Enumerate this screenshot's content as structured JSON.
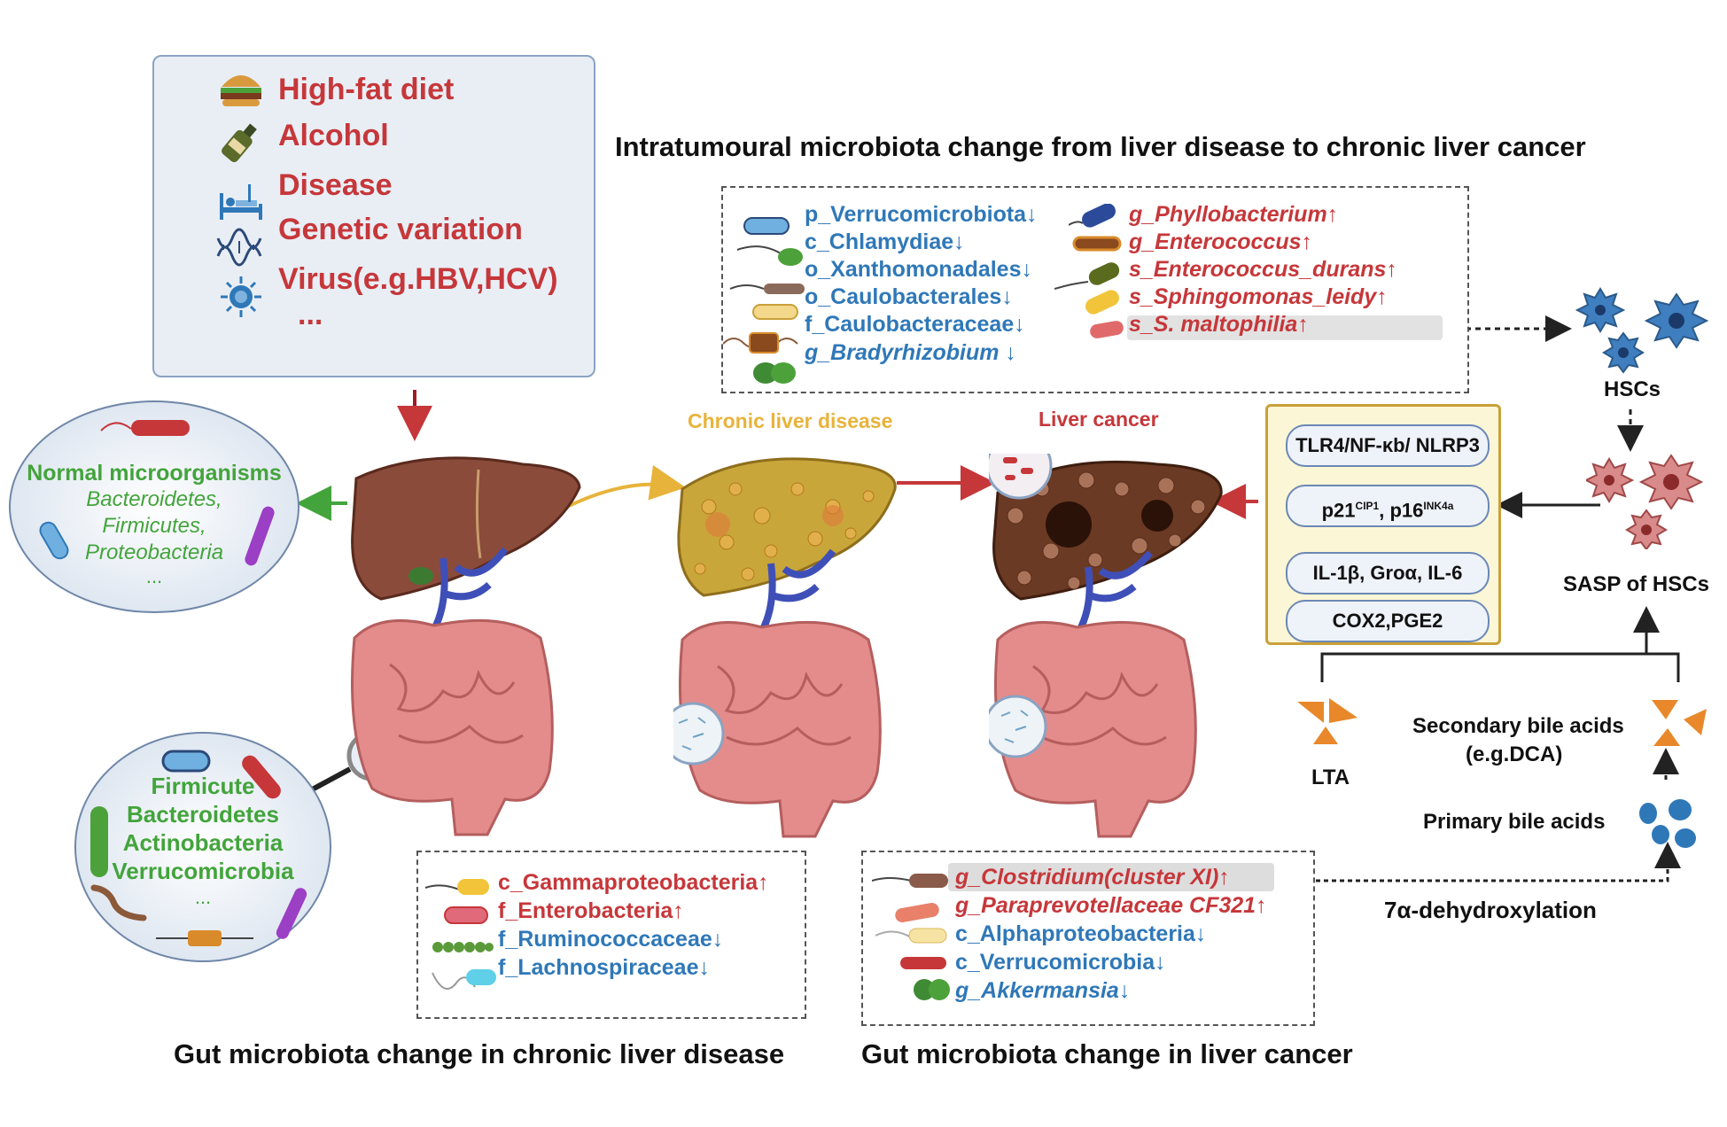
{
  "risk_factors": [
    "High-fat diet",
    "Alcohol",
    "Disease",
    "Genetic variation",
    "Virus(e.g.HBV,HCV)"
  ],
  "risk_more": "...",
  "normal_microbes": {
    "title": "Normal microorganisms",
    "items": [
      "Bacteroidetes,",
      "Firmicutes,",
      "Proteobacteria"
    ],
    "more": "..."
  },
  "gut_microbes": {
    "items": [
      "Firmicute",
      "Bacteroidetes",
      "Actinobacteria",
      "Verrucomicrobia"
    ],
    "more": "..."
  },
  "intratumoural": {
    "title": "Intratumoural microbiota change  from liver disease to chronic liver cancer",
    "left": [
      "p_Verrucomicrobiota↓",
      "c_Chlamydiae↓",
      "o_Xanthomonadales↓",
      "o_Caulobacterales↓",
      "f_Caulobacteraceae↓",
      "g_Bradyrhizobium ↓"
    ],
    "right": [
      "g_Phyllobacterium↑",
      "g_Enterococcus↑",
      "s_Enterococcus_durans↑",
      "s_Sphingomonas_leidy↑",
      "s_S. maltophilia↑"
    ]
  },
  "stages": {
    "chronic": "Chronic liver disease",
    "cancer": "Liver cancer"
  },
  "hsc": {
    "label": "HSCs",
    "sasp": "SASP of HSCs"
  },
  "pathway": {
    "p1": "TLR4/NF-κb/ NLRP3",
    "p2_main_a": "p21",
    "p2_sup_a": "CIP1",
    "p2_main_b": ", p16",
    "p2_sup_b": "INK4a",
    "p3": "IL-1β, Groα, IL-6",
    "p4": "COX2,PGE2"
  },
  "metabolites": {
    "lta": "LTA",
    "secondary_1": "Secondary bile acids",
    "secondary_2": "(e.g.DCA)",
    "primary": "Primary bile acids",
    "dehydrox": "7α-dehydroxylation"
  },
  "gut_chronic": {
    "title": "Gut microbiota change in chronic liver disease",
    "items": [
      "c_Gammaproteobacteria↑",
      "f_Enterobacteria↑",
      "f_Ruminococcaceae↓",
      "f_Lachnospiraceae↓"
    ]
  },
  "gut_cancer": {
    "title": "Gut microbiota change in liver cancer",
    "items": [
      "g_Clostridium(cluster XI)↑",
      "g_Paraprevotellaceae CF321↑",
      "c_Alphaproteobacteria↓",
      "c_Verrucomicrobia↓",
      "g_Akkermansia↓"
    ]
  },
  "colors": {
    "up_red": "#c6373a",
    "down_blue": "#2f78b8",
    "green": "#43a43c",
    "chronic_orange": "#e8b33a"
  }
}
